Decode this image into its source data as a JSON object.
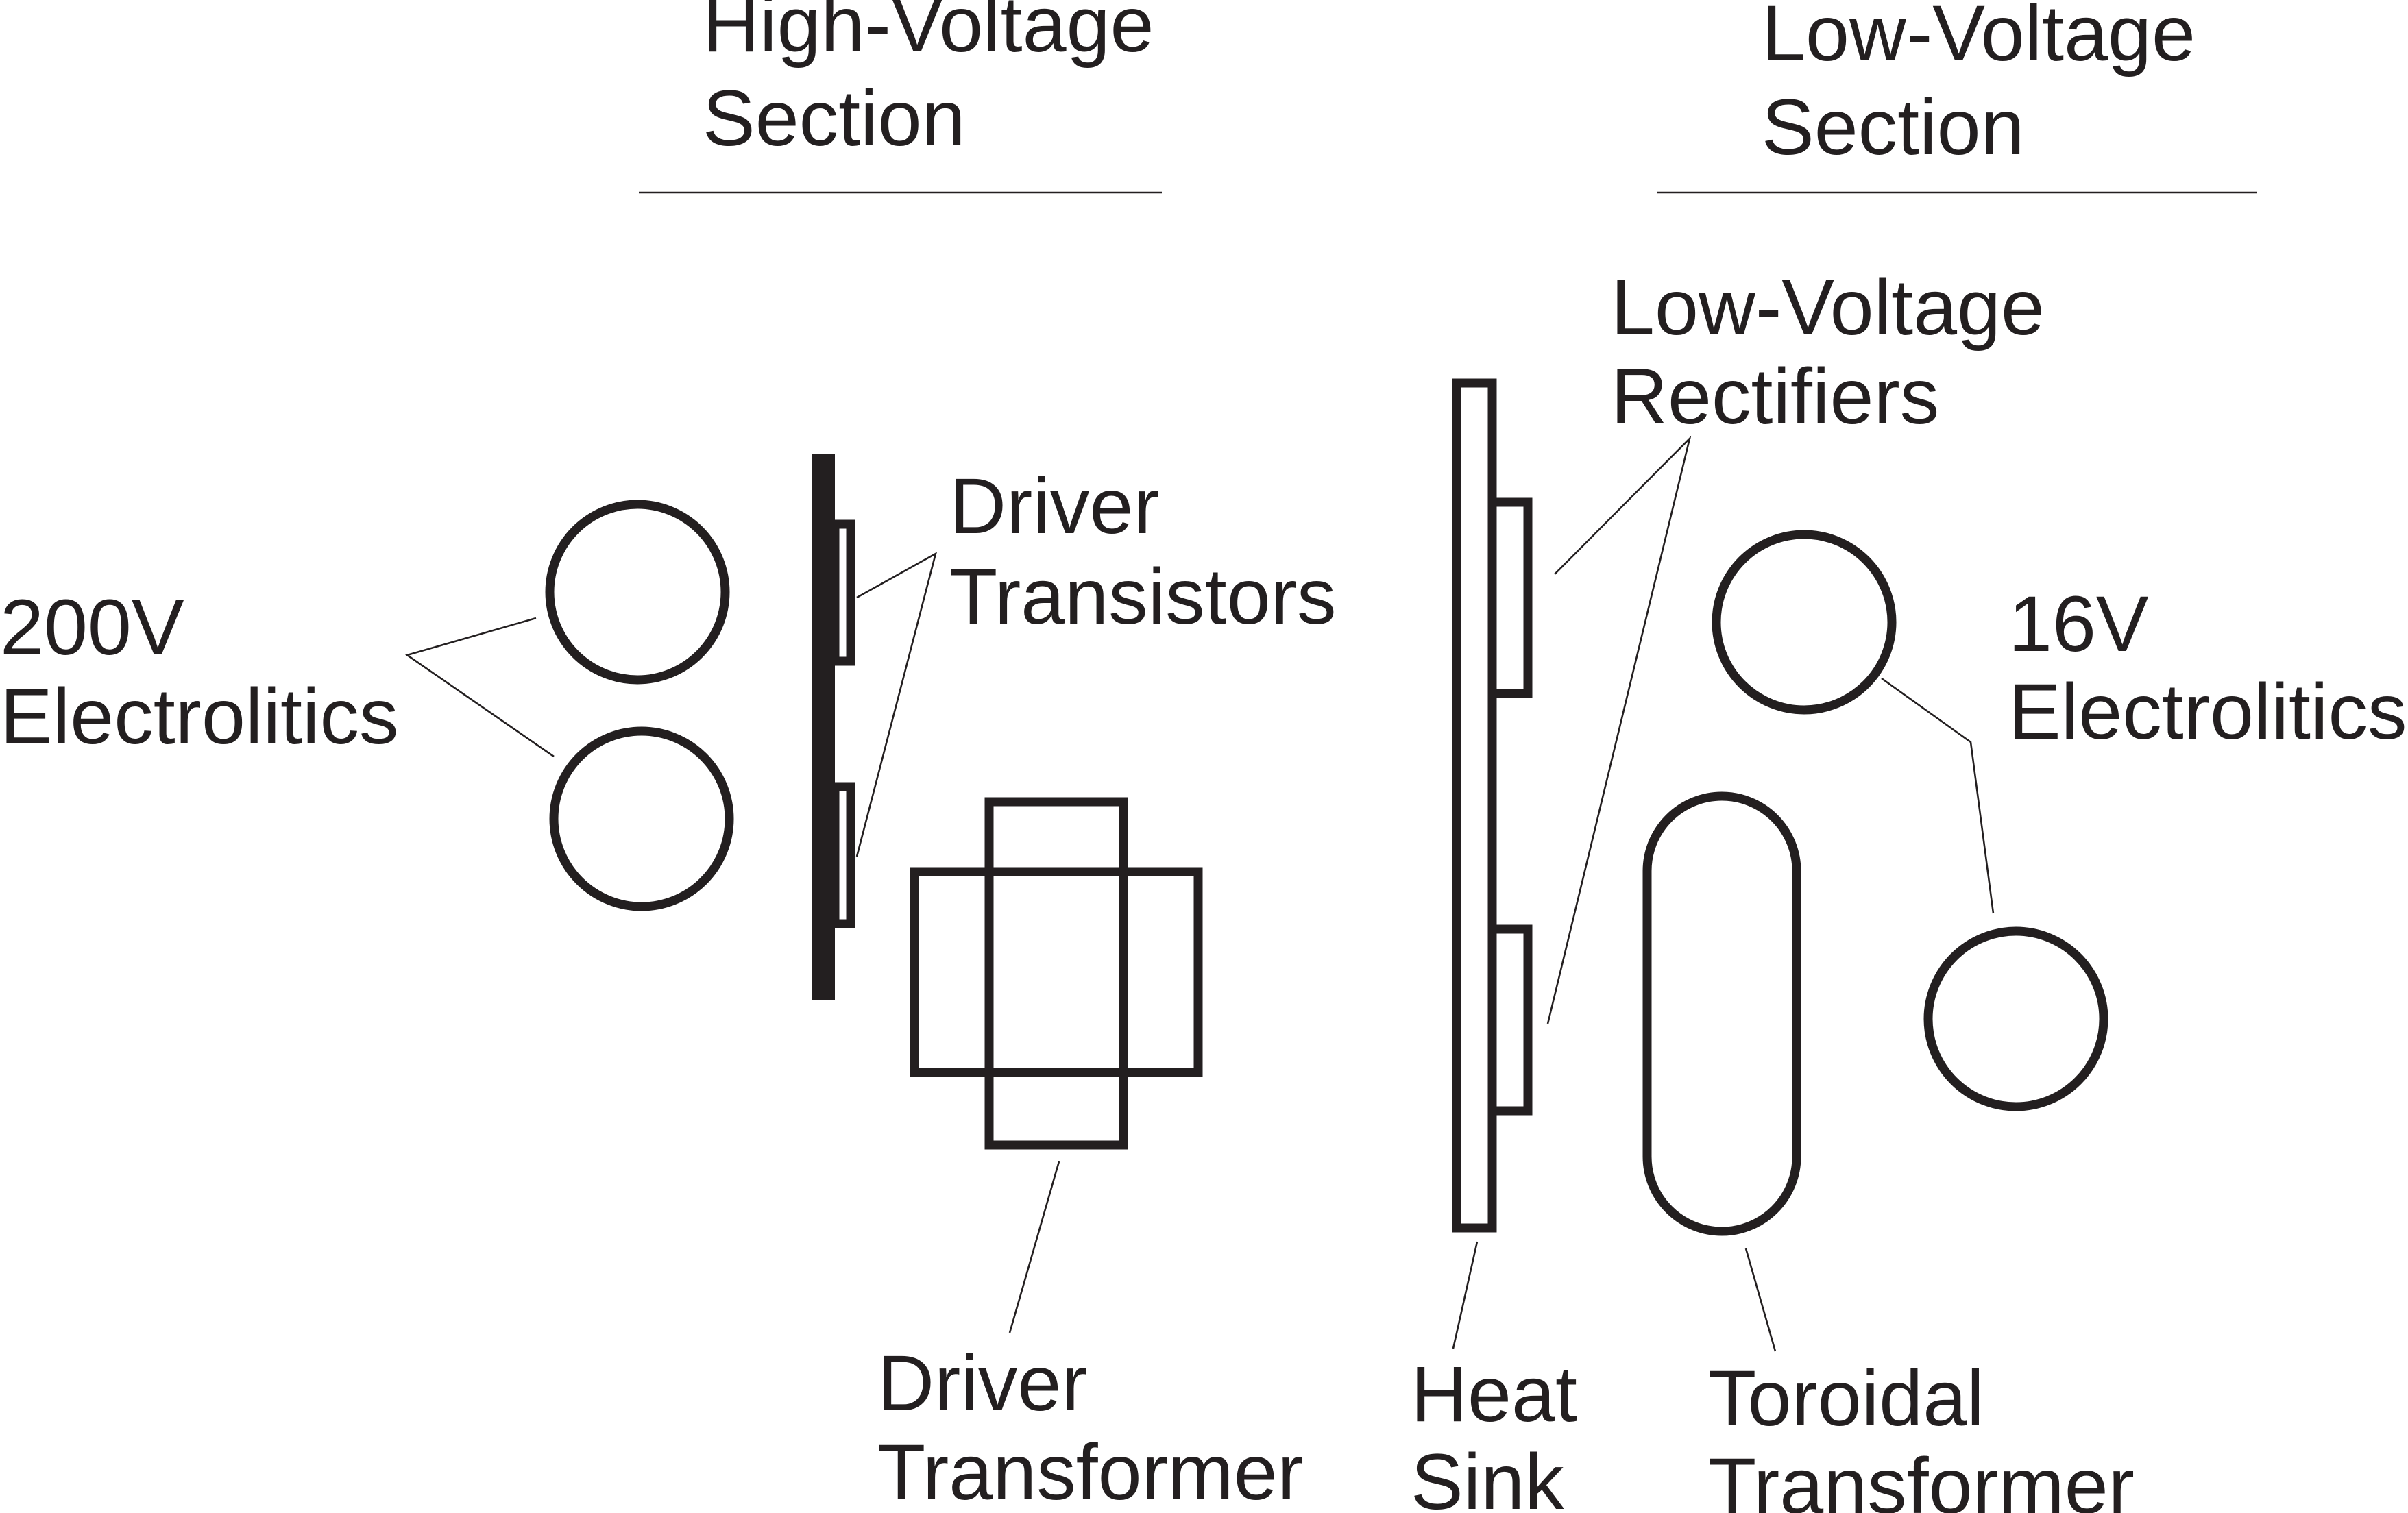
{
  "sections": {
    "high_voltage": {
      "line1": "High-Voltage",
      "line2": "Section"
    },
    "low_voltage": {
      "line1": "Low-Voltage",
      "line2": "Section"
    }
  },
  "labels": {
    "electrolitics_200v": {
      "line1": "200V",
      "line2": "Electrolitics"
    },
    "driver_transistors": {
      "line1": "Driver",
      "line2": "Transistors"
    },
    "driver_transformer": {
      "line1": "Driver",
      "line2": "Transformer"
    },
    "low_voltage_rectifiers": {
      "line1": "Low-Voltage",
      "line2": "Rectifiers"
    },
    "electrolitics_16v": {
      "line1": "16V",
      "line2": "Electrolitics"
    },
    "heat_sink": {
      "line1": "Heat",
      "line2": "Sink"
    },
    "toroidal_transformer": {
      "line1": "Toroidal",
      "line2": "Transformer"
    }
  },
  "colors": {
    "ink": "#231f20",
    "background": "#ffffff"
  }
}
